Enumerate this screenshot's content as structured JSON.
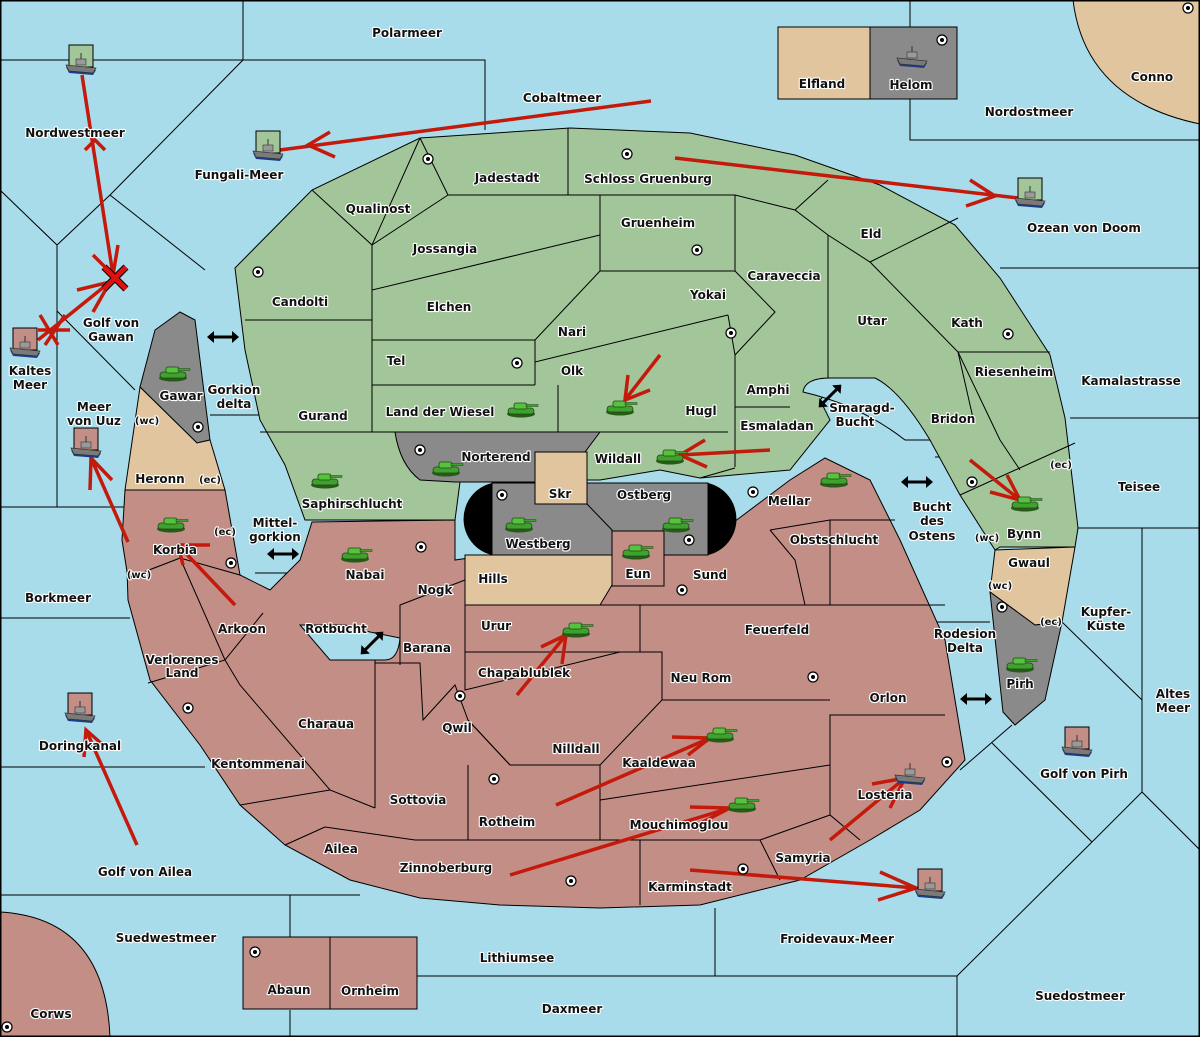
{
  "title": "Diplomacy-style game map",
  "colors": {
    "sea": "#a8dcea",
    "power_green": "#a2c59a",
    "power_red": "#c28e86",
    "neutral_tan": "#e0c59e",
    "power_gray": "#8a8a8a",
    "order_arrow": "#c41a0c"
  },
  "seas": {
    "polarmeer": "Polarmeer",
    "cobaltmeer": "Cobaltmeer",
    "nordwestmeer": "Nordwestmeer",
    "fungali": "Fungali-Meer",
    "nordostmeer": "Nordostmeer",
    "ozean": "Ozean von Doom",
    "golf_gawan_1": "Golf von",
    "golf_gawan_2": "Gawan",
    "kaltes_1": "Kaltes",
    "kaltes_2": "Meer",
    "uuz_1": "Meer",
    "uuz_2": "von Uuz",
    "gorkion_1": "Gorkion",
    "gorkion_2": "delta",
    "mittel_1": "Mittel-",
    "mittel_2": "gorkion",
    "borkmeer": "Borkmeer",
    "rotbucht": "Rotbucht",
    "doringkanal": "Doringkanal",
    "golf_ailea": "Golf von Ailea",
    "suedwestmeer": "Suedwestmeer",
    "lithiumsee": "Lithiumsee",
    "daxmeer": "Daxmeer",
    "froidevaux": "Froidevaux-Meer",
    "suedostmeer": "Suedostmeer",
    "golf_pirh": "Golf von Pirh",
    "altes_1": "Altes",
    "altes_2": "Meer",
    "kupfer_1": "Kupfer-",
    "kupfer_2": "Küste",
    "rodesion_1": "Rodesion",
    "rodesion_2": "Delta",
    "bucht_1": "Bucht",
    "bucht_2": "des",
    "bucht_3": "Ostens",
    "smaragd_1": "Smaragd-",
    "smaragd_2": "Bucht",
    "teisee": "Teisee",
    "kamala": "Kamalastrasse"
  },
  "lands": {
    "elfland": "Elfland",
    "helom": "Helom",
    "conno": "Conno",
    "jadestadt": "Jadestadt",
    "schloss": "Schloss Gruenburg",
    "qualinost": "Qualinost",
    "jossangia": "Jossangia",
    "gruenheim": "Gruenheim",
    "eld": "Eld",
    "caraveccia": "Caraveccia",
    "candolti": "Candolti",
    "elchen": "Elchen",
    "yokai": "Yokai",
    "utar": "Utar",
    "kath": "Kath",
    "nari": "Nari",
    "tel": "Tel",
    "olk": "Olk",
    "amphi": "Amphi",
    "riesenheim": "Riesenheim",
    "gurand": "Gurand",
    "land_wiesel": "Land der Wiesel",
    "hugl": "Hugl",
    "bridon": "Bridon",
    "esmaladan": "Esmaladan",
    "norterend": "Norterend",
    "wildall": "Wildall",
    "saphir": "Saphirschlucht",
    "skr": "Skr",
    "ostberg": "Ostberg",
    "westberg": "Westberg",
    "mellar": "Mellar",
    "bynn": "Bynn",
    "gwaul": "Gwaul",
    "pirh": "Pirh",
    "gawar": "Gawar",
    "heronn": "Heronn",
    "korbia": "Korbia",
    "arkoon": "Arkoon",
    "nabai": "Nabai",
    "nogk": "Nogk",
    "hills": "Hills",
    "eun": "Eun",
    "sund": "Sund",
    "obstschlucht": "Obstschlucht",
    "urur": "Urur",
    "feuerfeld": "Feuerfeld",
    "barana": "Barana",
    "chapablublek": "Chapablublek",
    "neurom": "Neu Rom",
    "orlon": "Orlon",
    "verlorenes_1": "Verlorenes",
    "verlorenes_2": "Land",
    "charaua": "Charaua",
    "qwil": "Qwil",
    "nilldall": "Nilldall",
    "kaaldewaa": "Kaaldewaa",
    "kentommenai": "Kentommenai",
    "sottovia": "Sottovia",
    "rotheim": "Rotheim",
    "mouchimoglou": "Mouchimoglou",
    "losteria": "Losteria",
    "ailea": "Ailea",
    "zinnoberburg": "Zinnoberburg",
    "karminstadt": "Karminstadt",
    "samyria": "Samyria",
    "abaun": "Abaun",
    "ornheim": "Ornheim",
    "corws": "Corws"
  },
  "coast_labels": {
    "wc": "(wc)",
    "ec": "(ec)"
  }
}
